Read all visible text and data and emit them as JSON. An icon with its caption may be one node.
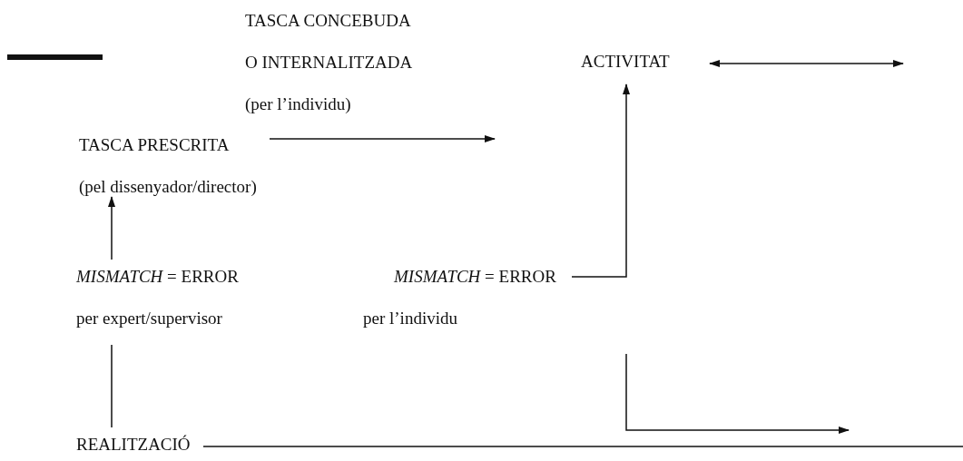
{
  "diagram": {
    "nodes": [
      {
        "text": [
          "TASCA CONCEBUDA O INTERNALITZADA",
          "(per l’individu)"
        ]
      },
      {
        "text": [
          "ACTIVITAT"
        ]
      },
      {
        "text": [
          "TASCA PRESCRITA",
          "(pel dissenyador/director)"
        ]
      },
      {
        "text": [
          "*MISMATCH* = ERROR",
          "per expert/supervisor"
        ]
      },
      {
        "text": [
          "*MISMATCH* = ERROR",
          "per l’individu"
        ]
      },
      {
        "text": [
          "REALITZACIÓ"
        ]
      }
    ],
    "edges": [
      {
        "from": 2,
        "to": null,
        "arrow": "to"
      },
      {
        "from": 4,
        "to": 1,
        "arrow": "to"
      },
      {
        "from": 3,
        "to": 2,
        "arrow": "to"
      },
      {
        "from": 5,
        "to": 3,
        "arrow": "none"
      },
      {
        "from": 5,
        "to": null,
        "arrow": "none"
      }
    ]
  }
}
